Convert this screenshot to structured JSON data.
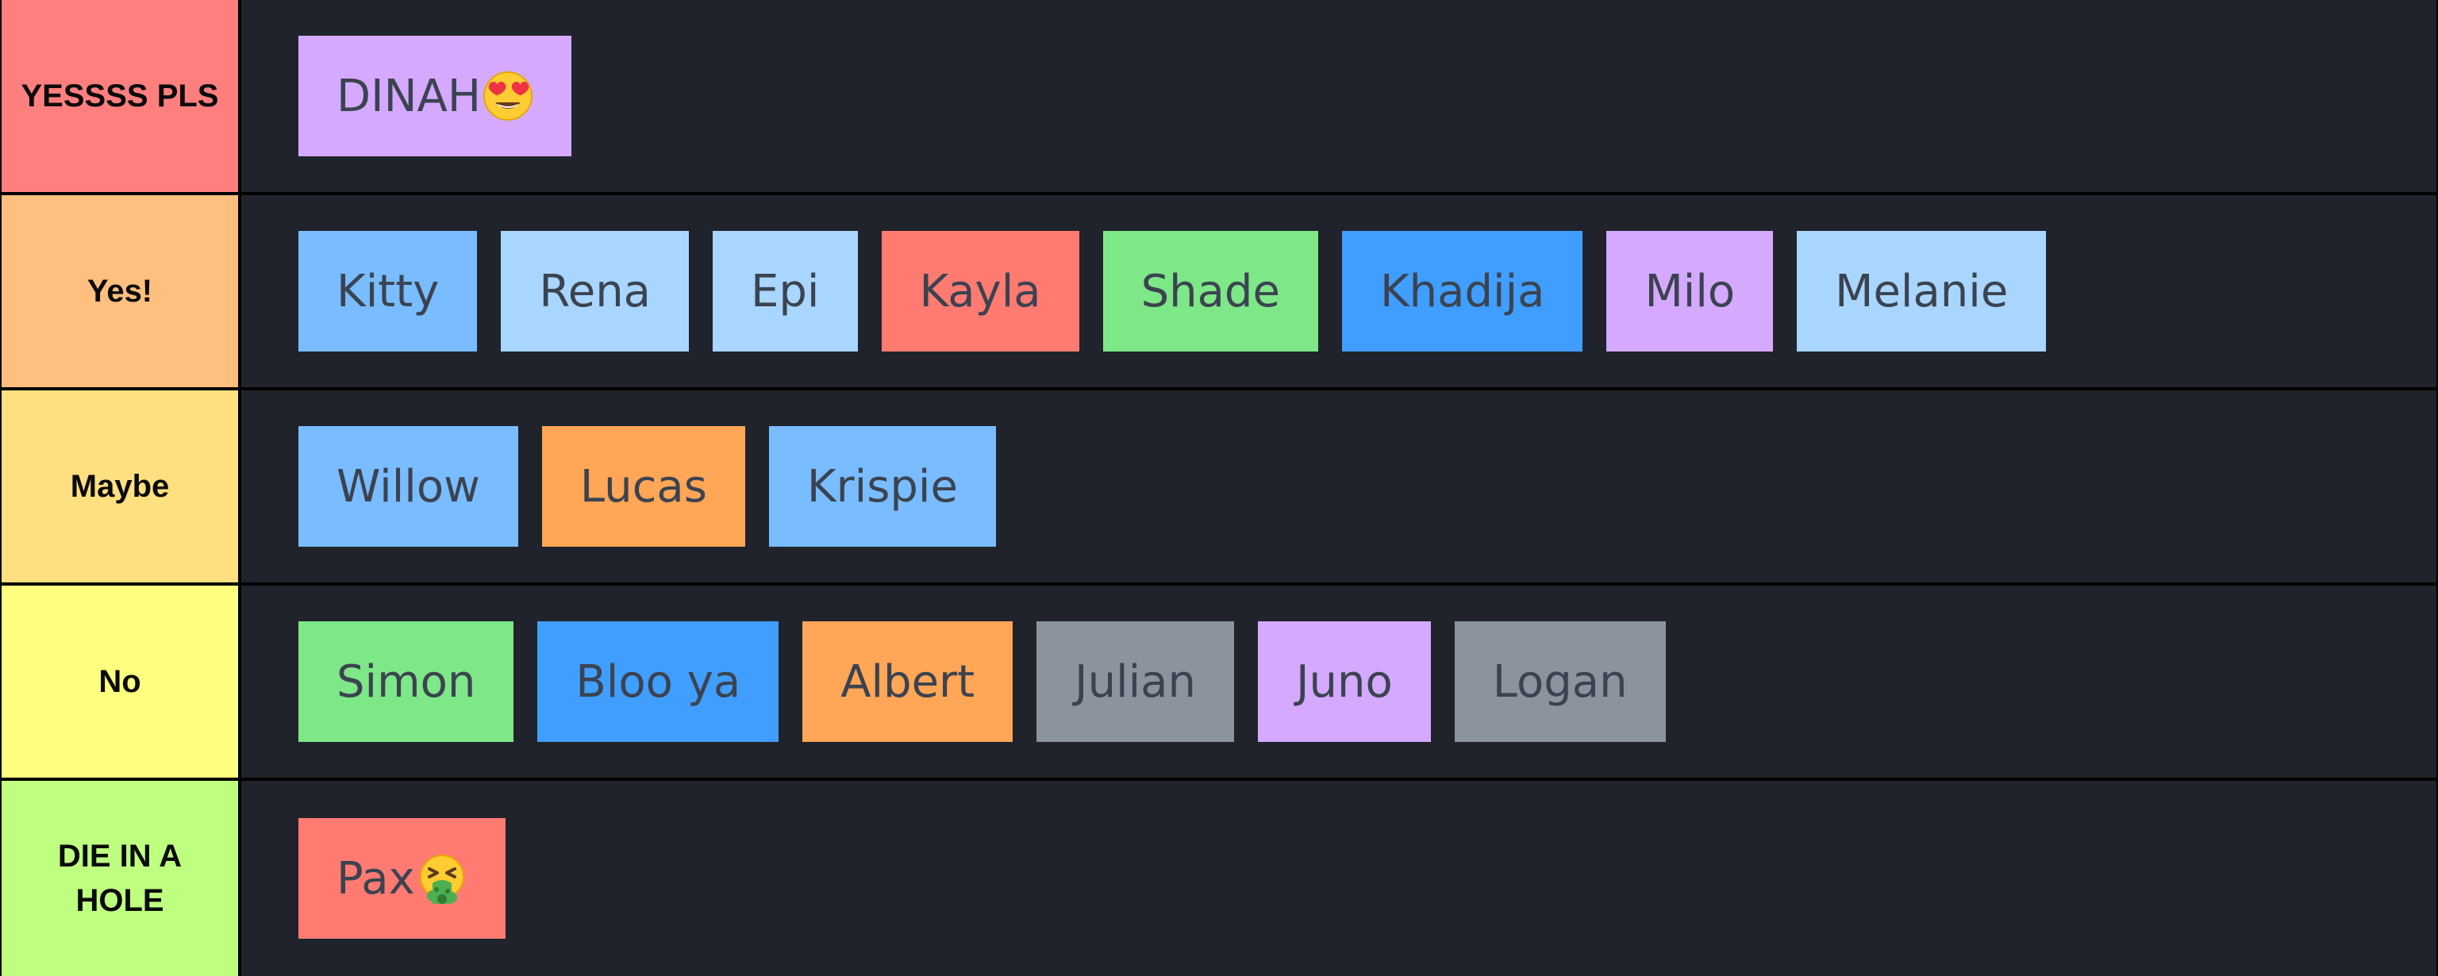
{
  "tiers": [
    {
      "label": "YESSSS PLS",
      "color": "#ff7f7f",
      "items": [
        {
          "name": "DINAH",
          "color": "#d4a9ff",
          "icon": "heart-eyes-emoji-icon"
        }
      ]
    },
    {
      "label": "Yes!",
      "color": "#ffbf7f",
      "items": [
        {
          "name": "Kitty",
          "color": "#79bcff"
        },
        {
          "name": "Rena",
          "color": "#a8d6ff"
        },
        {
          "name": "Epi",
          "color": "#a8d6ff"
        },
        {
          "name": "Kayla",
          "color": "#ff7b72"
        },
        {
          "name": "Shade",
          "color": "#7ee787"
        },
        {
          "name": "Khadija",
          "color": "#409eff"
        },
        {
          "name": "Milo",
          "color": "#d4a9ff"
        },
        {
          "name": "Melanie",
          "color": "#a8d6ff"
        }
      ]
    },
    {
      "label": "Maybe",
      "color": "#ffdf7f",
      "items": [
        {
          "name": "Willow",
          "color": "#79bcff"
        },
        {
          "name": "Lucas",
          "color": "#ffa657"
        },
        {
          "name": "Krispie",
          "color": "#79bcff"
        }
      ]
    },
    {
      "label": "No",
      "color": "#ffff7f",
      "items": [
        {
          "name": "Simon",
          "color": "#7ee787"
        },
        {
          "name": "Bloo ya",
          "color": "#409eff"
        },
        {
          "name": "Albert",
          "color": "#ffa657"
        },
        {
          "name": "Julian",
          "color": "#8b949e"
        },
        {
          "name": "Juno",
          "color": "#d4a9ff"
        },
        {
          "name": "Logan",
          "color": "#8b949e"
        }
      ]
    },
    {
      "label": "DIE IN A HOLE",
      "color": "#bfff7f",
      "items": [
        {
          "name": "Pax",
          "color": "#ff7b72",
          "icon": "vomiting-face-emoji-icon"
        }
      ]
    }
  ]
}
